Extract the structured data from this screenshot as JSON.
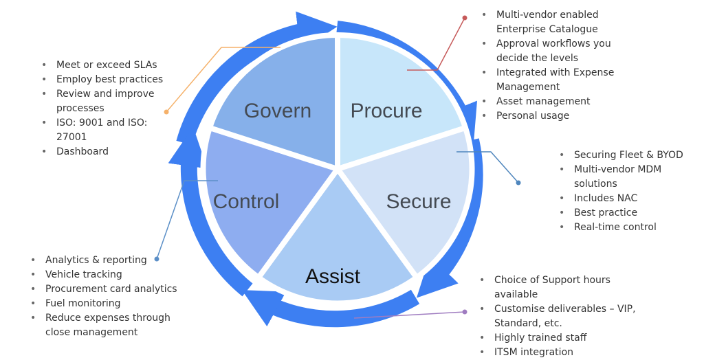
{
  "colors": {
    "arrow": "#3d7ff2",
    "procure": "#c7e6fa",
    "secure": "#d2e2f7",
    "assist": "#a9cbf4",
    "control": "#8eadf0",
    "govern": "#86b0ea",
    "label_dark": "#444a52",
    "label_black": "#111111",
    "line_govern": "#f5b16a",
    "line_procure": "#c65a5a",
    "line_secure": "#4f86bd",
    "line_control": "#5b8fc7",
    "line_assist": "#9f7cc0"
  },
  "segments": {
    "govern": {
      "label": "Govern"
    },
    "procure": {
      "label": "Procure"
    },
    "secure": {
      "label": "Secure"
    },
    "assist": {
      "label": "Assist"
    },
    "control": {
      "label": "Control"
    }
  },
  "lists": {
    "govern": [
      "Meet or exceed SLAs",
      "Employ best practices",
      "Review and improve processes",
      "ISO: 9001 and ISO: 27001",
      "Dashboard"
    ],
    "procure": [
      "Multi-vendor enabled Enterprise Catalogue",
      "Approval workflows you decide the levels",
      "Integrated with Expense Management",
      "Asset management",
      "Personal usage"
    ],
    "secure": [
      "Securing Fleet & BYOD",
      "Multi-vendor MDM solutions",
      "Includes NAC",
      "Best practice",
      "Real-time control"
    ],
    "control": [
      "Analytics & reporting",
      "Vehicle tracking",
      "Procurement card analytics",
      "Fuel monitoring",
      "Reduce expenses through close management"
    ],
    "assist": [
      "Choice of Support hours available",
      "Customise deliverables – VIP, Standard, etc.",
      "Highly trained staff",
      "ITSM integration"
    ]
  }
}
